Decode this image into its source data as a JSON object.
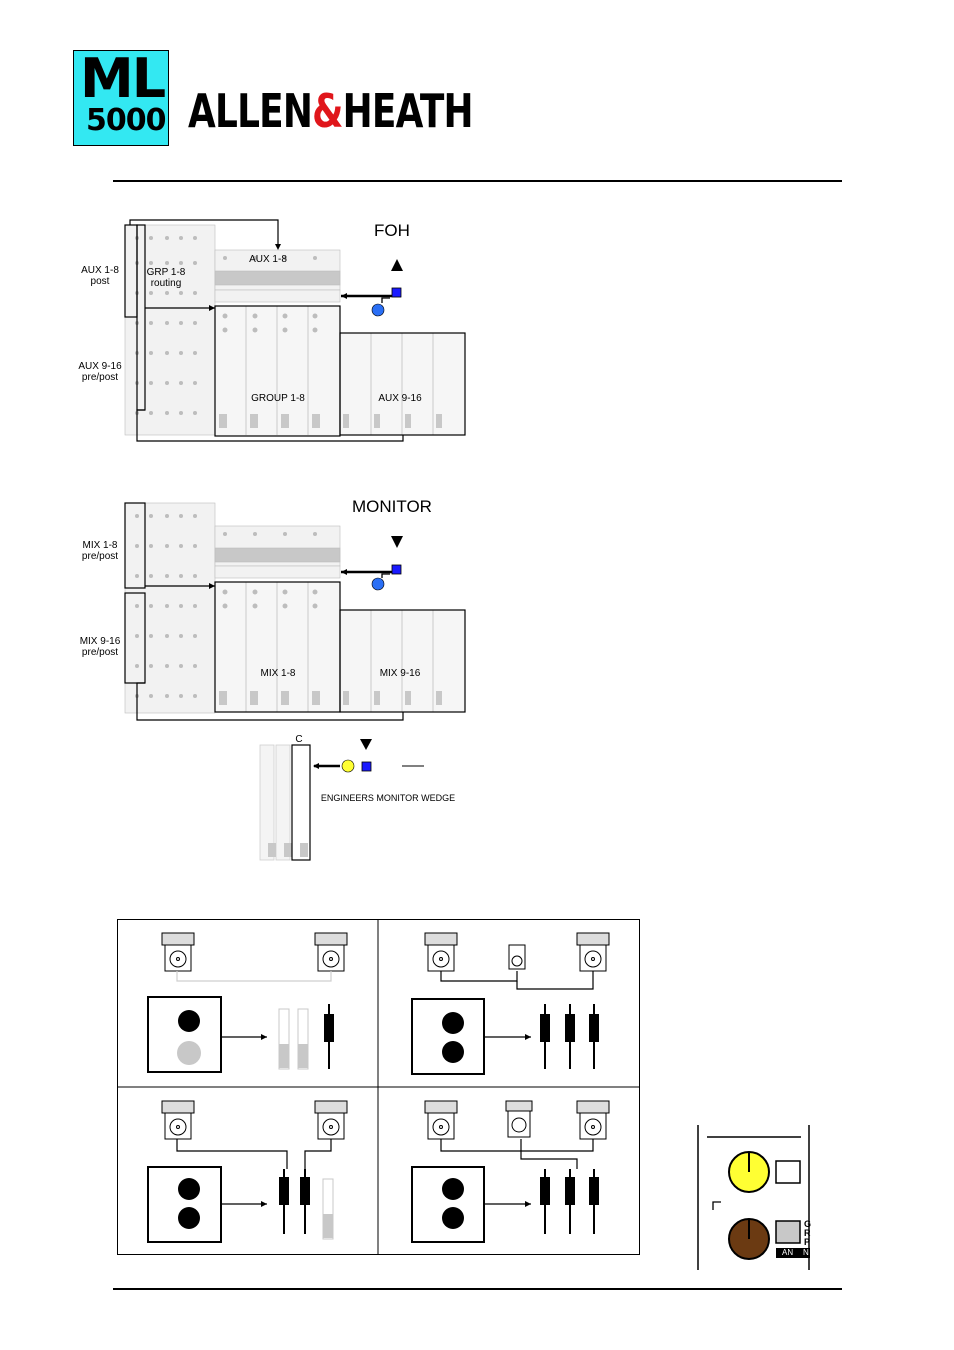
{
  "logo": {
    "model_line1": "ML",
    "model_line2": "5000"
  },
  "brand": {
    "part1": "ALLEN",
    "amp": "&",
    "part2": "HEATH"
  },
  "foh": {
    "title": "FOH",
    "aux_1_8_post": [
      "AUX 1-8",
      "post"
    ],
    "grp_routing": [
      "GRP 1-8",
      "routing"
    ],
    "aux_9_16_prepost": [
      "AUX 9-16",
      "pre/post"
    ],
    "aux_1_8_strip": "AUX 1-8",
    "group_1_8": "GROUP 1-8",
    "aux_9_16": "AUX 9-16"
  },
  "monitor": {
    "title": "MONITOR",
    "mix_1_8_prepost": [
      "MIX 1-8",
      "pre/post"
    ],
    "mix_9_16_prepost": [
      "MIX 9-16",
      "pre/post"
    ],
    "mix_1_8": "MIX 1-8",
    "mix_9_16": "MIX 9-16"
  },
  "wedge": {
    "channel_letter": "C",
    "label": "ENGINEERS MONITOR WEDGE"
  },
  "panel": {
    "grp_letters": "GRP",
    "an_label": "AN",
    "n_label": "N"
  },
  "colors": {
    "logo_bg": "#33e8f2",
    "brand_amp": "#e0161b",
    "led_blue": "#1a1aff",
    "knob_yellow": "#ffff33",
    "knob_brown": "#6b3a12"
  }
}
